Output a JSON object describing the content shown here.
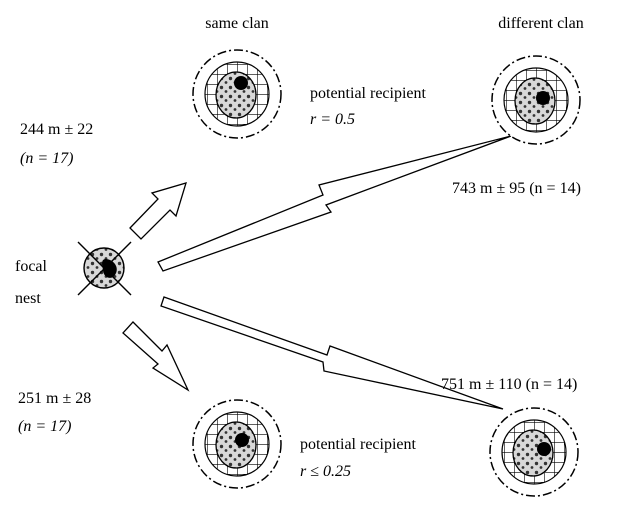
{
  "diagram": {
    "column_headers": {
      "same_clan": "same clan",
      "different_clan": "different clan"
    },
    "focal_nest": {
      "line1": "focal",
      "line2": "nest"
    },
    "distances": {
      "upper_same": {
        "value": "244 m ± 22",
        "n": "(n = 17)"
      },
      "upper_different": {
        "value": "743 m ± 95 (n = 14)"
      },
      "lower_same": {
        "value": "251 m ± 28",
        "n": "(n = 17)"
      },
      "lower_different": {
        "value": "751 m ± 110 (n = 14)"
      }
    },
    "recipients": {
      "upper": {
        "label": "potential recipient",
        "r": "r = 0.5"
      },
      "lower": {
        "label": "potential recipient",
        "r": "r ≤ 0.25"
      }
    },
    "icons": [
      "focal-nest-icon",
      "nest-icon",
      "arrow-icon"
    ],
    "colors": {
      "ink": "#000000",
      "background": "#ffffff",
      "speckle": "#333333"
    }
  }
}
